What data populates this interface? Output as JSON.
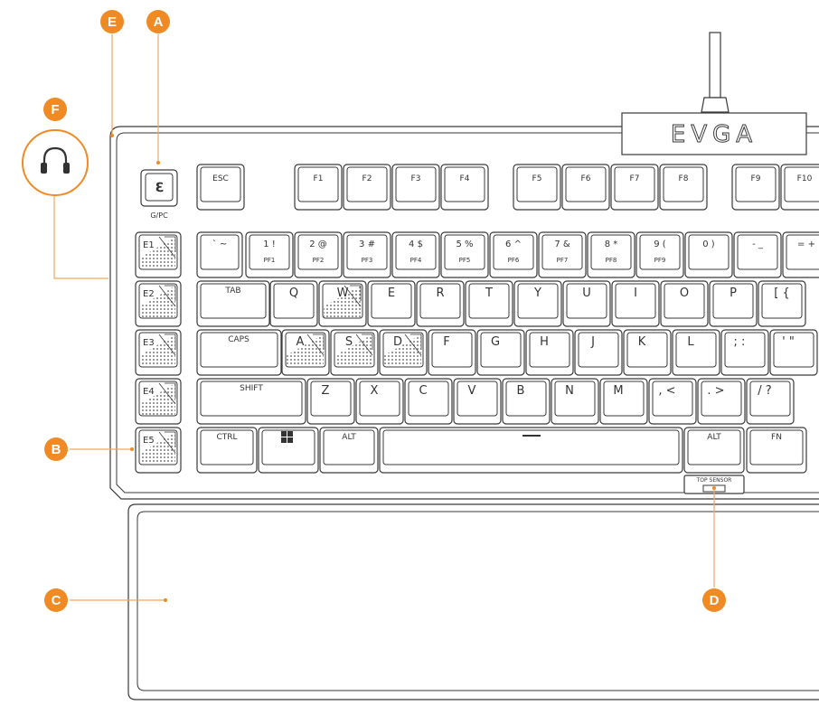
{
  "colors": {
    "accent": "#f08a24",
    "line": "#3a3a3a",
    "background": "#ffffff"
  },
  "brand": "EVGA",
  "gpc_label": "G/PC",
  "top_sensor_label": "TOP SENSOR",
  "callouts": [
    {
      "id": "a",
      "letter": "A"
    },
    {
      "id": "b",
      "letter": "B"
    },
    {
      "id": "c",
      "letter": "C"
    },
    {
      "id": "d",
      "letter": "D"
    },
    {
      "id": "e",
      "letter": "E"
    },
    {
      "id": "f",
      "letter": "F"
    }
  ],
  "headphone_icon": "headphone-icon",
  "macro_keys": [
    "E1",
    "E2",
    "E3",
    "E4",
    "E5"
  ],
  "function_keys": [
    "ESC",
    "F1",
    "F2",
    "F3",
    "F4",
    "F5",
    "F6",
    "F7",
    "F8",
    "F9",
    "F10"
  ],
  "number_row": [
    {
      "top": "` ~",
      "bottom": ""
    },
    {
      "top": "1 !",
      "bottom": "PF1"
    },
    {
      "top": "2 @",
      "bottom": "PF2"
    },
    {
      "top": "3 #",
      "bottom": "PF3"
    },
    {
      "top": "4 $",
      "bottom": "PF4"
    },
    {
      "top": "5 %",
      "bottom": "PF5"
    },
    {
      "top": "6 ^",
      "bottom": "PF6"
    },
    {
      "top": "7 &",
      "bottom": "PF7"
    },
    {
      "top": "8 *",
      "bottom": "PF8"
    },
    {
      "top": "9 (",
      "bottom": "PF9"
    },
    {
      "top": "0 )",
      "bottom": ""
    },
    {
      "top": "- _",
      "bottom": ""
    },
    {
      "top": "= +",
      "bottom": ""
    }
  ],
  "qwerty_row": [
    "TAB",
    "Q",
    "W",
    "E",
    "R",
    "T",
    "Y",
    "U",
    "I",
    "O",
    "P",
    "[ {"
  ],
  "home_row": [
    "CAPS",
    "A",
    "S",
    "D",
    "F",
    "G",
    "H",
    "J",
    "K",
    "L",
    ";  :",
    "'  \""
  ],
  "shift_row": [
    "SHIFT",
    "Z",
    "X",
    "C",
    "V",
    "B",
    "N",
    "M",
    ",  <",
    ".  >",
    "/  ?"
  ],
  "bottom_row": [
    "CTRL",
    "windows-icon",
    "ALT",
    "space-bar",
    "ALT",
    "FN"
  ]
}
